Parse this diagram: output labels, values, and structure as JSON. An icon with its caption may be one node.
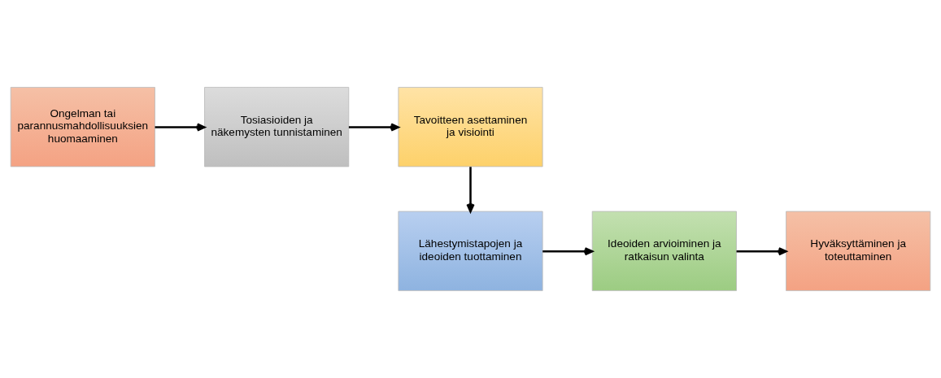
{
  "diagram": {
    "nodes": [
      {
        "text": [
          "Ongelman tai parannusmahdollisuuksien huomaaminen"
        ]
      },
      {
        "text": [
          "Tosiasioiden ja näkemysten tunnistaminen"
        ]
      },
      {
        "text": [
          "Tavoitteen asettaminen ja visiointi"
        ]
      },
      {
        "text": [
          "Lähestymistapojen ja ideoiden tuottaminen"
        ]
      },
      {
        "text": [
          "Ideoiden arvioiminen ja ratkaisun valinta"
        ]
      },
      {
        "text": [
          "Hyväksyttäminen ja toteuttaminen"
        ]
      }
    ],
    "edges": [
      {
        "from": 0,
        "to": 1,
        "arrow": "to"
      },
      {
        "from": 1,
        "to": 2,
        "arrow": "to"
      },
      {
        "from": 2,
        "to": 3,
        "arrow": "to"
      },
      {
        "from": 3,
        "to": 4,
        "arrow": "to"
      },
      {
        "from": 4,
        "to": 5,
        "arrow": "to"
      }
    ]
  }
}
